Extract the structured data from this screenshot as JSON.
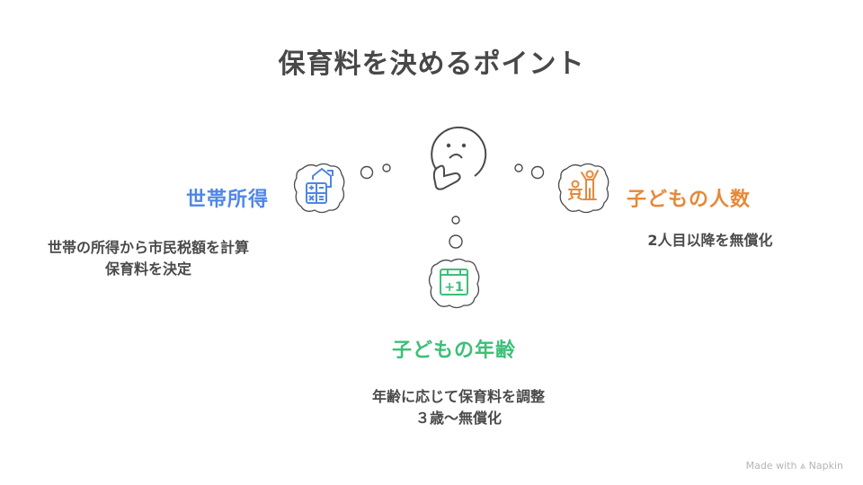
{
  "title": "保育料を決めるポイント",
  "colors": {
    "income": "#4f86e8",
    "children_count": "#e5893a",
    "children_age": "#3dbf78",
    "text": "#4a4a4a"
  },
  "center": {
    "icon": "thinking-face-icon"
  },
  "nodes": {
    "income": {
      "label": "世帯所得",
      "icon": "house-calculator-icon",
      "description": [
        "世帯の所得から市民税額を計算",
        "保育料を決定"
      ]
    },
    "children_count": {
      "label": "子どもの人数",
      "icon": "family-children-icon",
      "description": [
        "2人目以降を無償化"
      ]
    },
    "children_age": {
      "label": "子どもの年齢",
      "icon": "calendar-plus-one-icon",
      "calendar_text": "+1",
      "description": [
        "年齢に応じて保育料を調整",
        "３歳〜無償化"
      ]
    }
  },
  "footer": {
    "made_with": "Made with",
    "brand": "Napkin"
  }
}
